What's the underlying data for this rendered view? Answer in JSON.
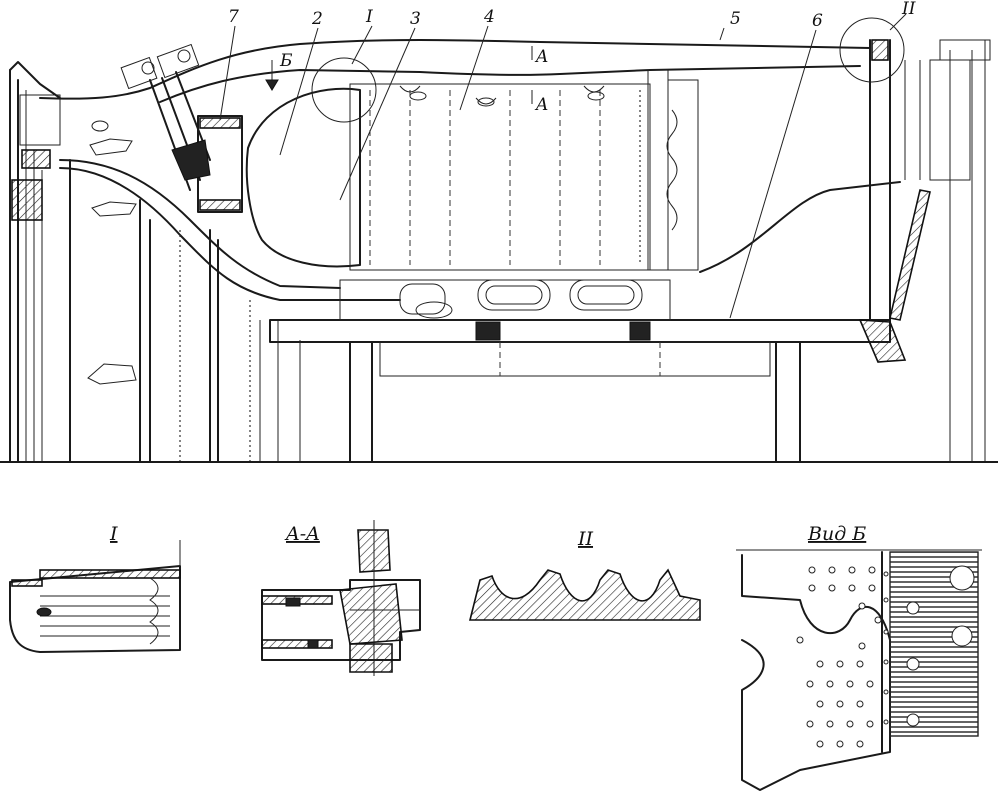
{
  "callouts": {
    "c7": "7",
    "c2": "2",
    "cI": "I",
    "c3": "3",
    "c4": "4",
    "c5": "5",
    "c6": "6",
    "cII": "II",
    "arrowB": "Б",
    "sectA1": "A",
    "sectA2": "A"
  },
  "details": {
    "detailI": "I",
    "sectionAA": "A-A",
    "detailII": "II",
    "viewB": "Вид Б"
  }
}
